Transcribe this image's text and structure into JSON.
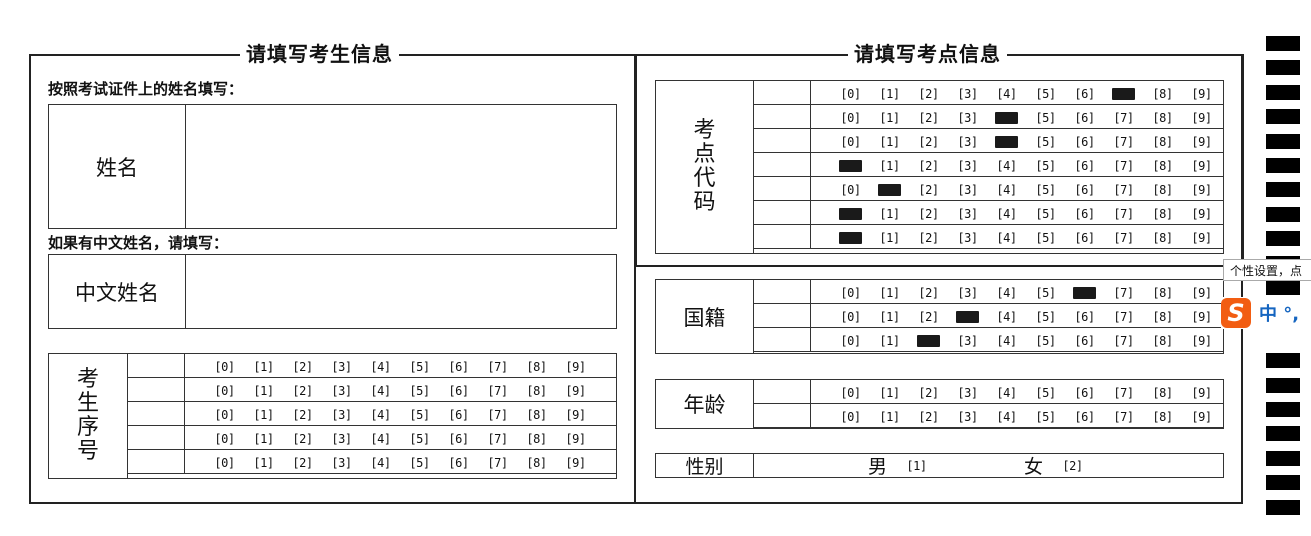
{
  "left_section": {
    "title": "请填写考生信息",
    "note_name": "按照考试证件上的姓名填写：",
    "name_label": "姓名",
    "note_chinese": "如果有中文姓名，请填写：",
    "chinese_name_label": "中文姓名",
    "seq_label": "考生序号",
    "seq_rows": [
      {
        "filled": null
      },
      {
        "filled": null
      },
      {
        "filled": null
      },
      {
        "filled": null
      },
      {
        "filled": null
      }
    ]
  },
  "right_section": {
    "title": "请填写考点信息",
    "site_label": "考点代码",
    "site_rows": [
      {
        "filled": 7
      },
      {
        "filled": 4
      },
      {
        "filled": 4
      },
      {
        "filled": 0
      },
      {
        "filled": 1
      },
      {
        "filled": 0
      },
      {
        "filled": 0
      }
    ],
    "nationality_label": "国籍",
    "nationality_rows": [
      {
        "filled": 6
      },
      {
        "filled": 3
      },
      {
        "filled": 2
      }
    ],
    "age_label": "年龄",
    "age_rows": [
      {
        "filled": null
      },
      {
        "filled": null
      }
    ],
    "gender_label": "性别",
    "gender_male": "男",
    "gender_male_opt": "[1]",
    "gender_female": "女",
    "gender_female_opt": "[2]"
  },
  "options": [
    "[0]",
    "[1]",
    "[2]",
    "[3]",
    "[4]",
    "[5]",
    "[6]",
    "[7]",
    "[8]",
    "[9]"
  ],
  "ime": {
    "tooltip": "个性设置，点",
    "logo": "S",
    "mode": "中 °,"
  },
  "colors": {
    "fill": "#1a1a1a",
    "ime_orange": "#f25d12",
    "ime_blue": "#1565c0"
  }
}
